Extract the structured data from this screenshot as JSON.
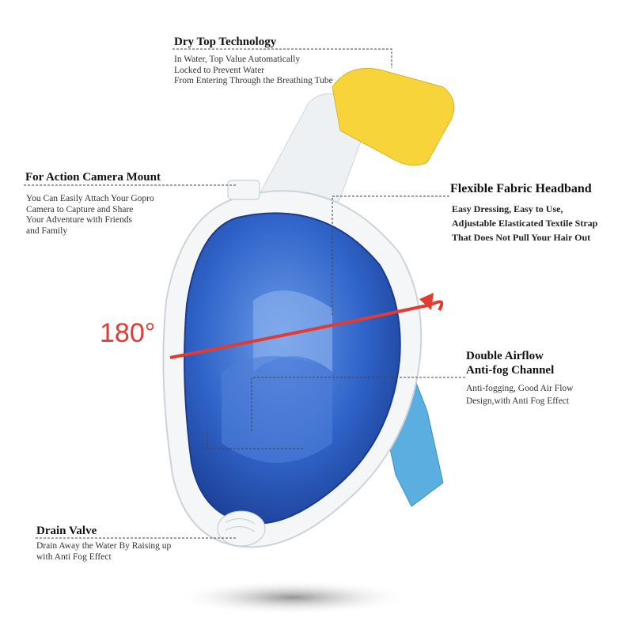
{
  "callouts": {
    "dry_top": {
      "title": "Dry Top Technology",
      "lines": [
        "In Water, Top Value Automatically",
        "Locked to Prevent Water",
        "From Entering Through the Breathing Tube"
      ]
    },
    "camera_mount": {
      "title": "For Action Camera Mount",
      "lines": [
        "You Can Easily Attach Your Gopro",
        "Camera to Capture and Share",
        "Your Adventure with Friends",
        "and Family"
      ]
    },
    "headband": {
      "title": "Flexible Fabric Headband",
      "lines": [
        "Easy Dressing,   Easy to Use,",
        "Adjustable Elasticated Textile Strap",
        "That Does Not Pull Your Hair Out"
      ]
    },
    "airflow": {
      "title_lines": [
        "Double Airflow",
        "Anti-fog Channel"
      ],
      "lines": [
        "Anti-fogging,   Good Air Flow",
        "Design,with Anti Fog Effect"
      ]
    },
    "drain": {
      "title": "Drain Valve",
      "lines": [
        "Drain Away the Water By Raising up",
        "with Anti Fog Effect"
      ]
    }
  },
  "view_angle": "180°",
  "colors": {
    "lens": "#2f63c8",
    "frame": "#f4f6f8",
    "dry_top": "#f7d43a",
    "strap": "#5aaee0",
    "arrow": "#e23b33"
  }
}
